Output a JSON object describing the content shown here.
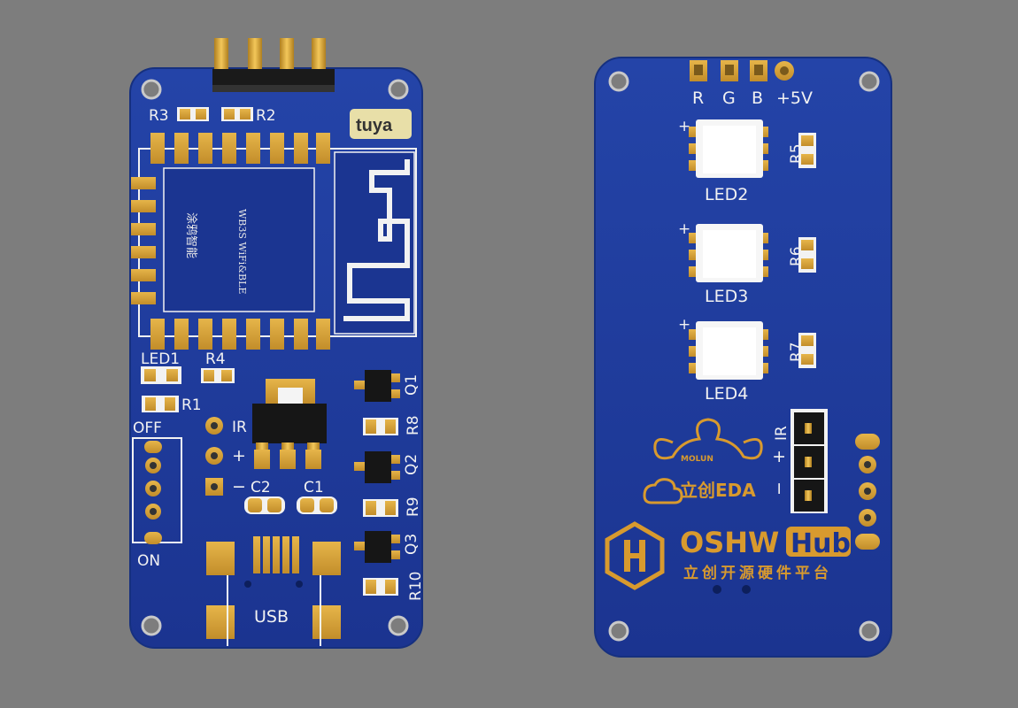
{
  "colors": {
    "background": "#7d7d7d",
    "pcb": "#1f3b9c",
    "pad": "#d9a43a",
    "silk": "#f2f2f2"
  },
  "left_board": {
    "labels": {
      "r3": "R3",
      "r2": "R2",
      "led1": "LED1",
      "r4": "R4",
      "r1": "R1",
      "off": "OFF",
      "on": "ON",
      "ir": "IR",
      "plus": "+",
      "minus": "−",
      "c2": "C2",
      "c1": "C1",
      "usb": "USB",
      "q1": "Q1",
      "r8": "R8",
      "q2": "Q2",
      "r9": "R9",
      "q3": "Q3",
      "r10": "R10"
    },
    "tuya_logo": "tuya",
    "module_text_1": "WB3S WiFi&BLE",
    "module_text_2": "涂鸦智能"
  },
  "right_board": {
    "labels": {
      "r": "R",
      "g": "G",
      "b": "B",
      "vcc": "+5V",
      "r5": "R5",
      "r6": "R6",
      "r7": "R7",
      "led2": "LED2",
      "led3": "LED3",
      "led4": "LED4",
      "ir": "IR",
      "plus": "+",
      "minus": "−",
      "led_plus": "+"
    },
    "molun_logo": "MOLUN",
    "eda_logo": "立创EDA",
    "oshw_text": "OSHW",
    "hub_text": "Hub",
    "oshw_subtitle": "立创开源硬件平台"
  }
}
